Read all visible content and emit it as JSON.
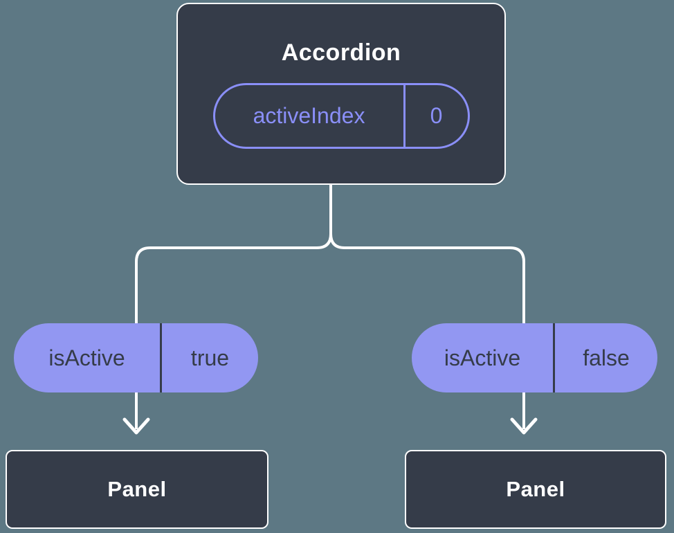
{
  "colors": {
    "background": "#5d7884",
    "node_fill": "#353c49",
    "accent_purple": "#8a8ff8",
    "pill_fill": "#9297f2",
    "pill_text": "#353c49",
    "line": "#ffffff"
  },
  "tree": {
    "root": {
      "title": "Accordion",
      "state": {
        "name": "activeIndex",
        "value": "0"
      }
    },
    "children": [
      {
        "state": {
          "name": "isActive",
          "value": "true"
        },
        "node": {
          "title": "Panel"
        }
      },
      {
        "state": {
          "name": "isActive",
          "value": "false"
        },
        "node": {
          "title": "Panel"
        }
      }
    ]
  }
}
